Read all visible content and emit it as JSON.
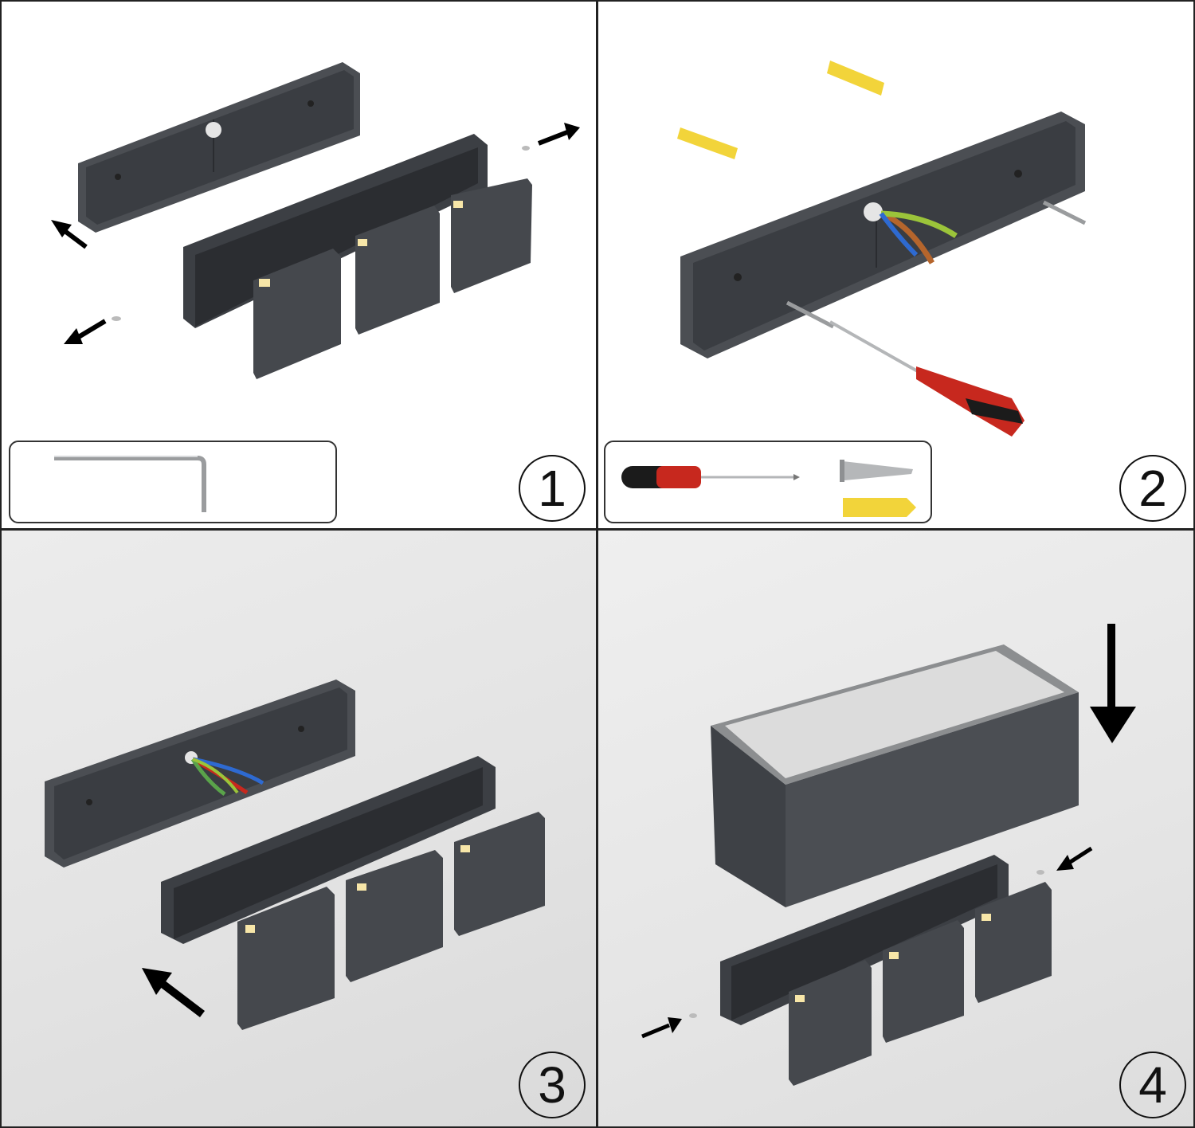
{
  "panels": [
    {
      "step": "1",
      "tools": [
        "hex-key"
      ]
    },
    {
      "step": "2",
      "tools": [
        "screwdriver",
        "screw",
        "wall-plug"
      ]
    },
    {
      "step": "3",
      "tools": []
    },
    {
      "step": "4",
      "tools": []
    }
  ],
  "colors": {
    "housing": "#44474c",
    "housing_dark": "#2f3236",
    "plug": "#f2d43a",
    "screwdriver_handle": "#c7281e",
    "wire_brown": "#b5652c",
    "wire_green_yellow": "#9bc43a",
    "wire_blue": "#2e6ad1"
  }
}
